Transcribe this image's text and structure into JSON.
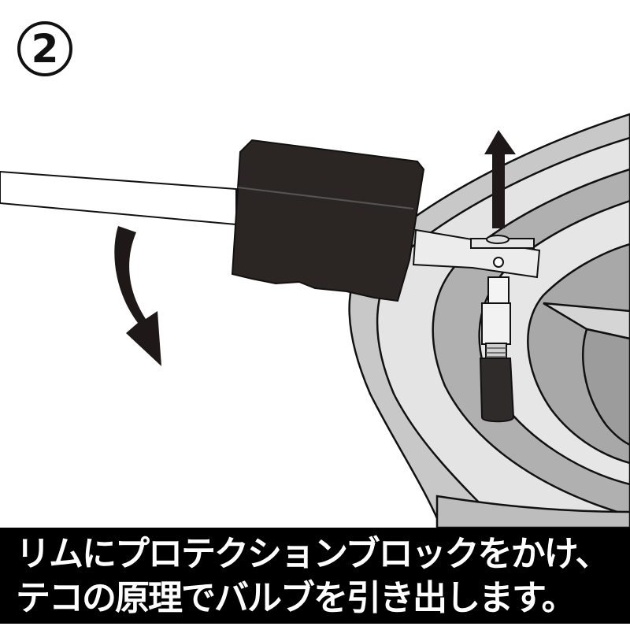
{
  "step": {
    "number": "2"
  },
  "caption": {
    "line1": "リムにプロテクションブロックをかけ、",
    "line2": "テコの原理でバルブを引き出します。"
  },
  "illustration": {
    "subjects": [
      "tire-rim",
      "protection-block",
      "lever-bar",
      "valve-puller-tool",
      "valve-stem"
    ],
    "arrows": [
      "down-curved-arrow",
      "up-arrow"
    ]
  },
  "colors": {
    "block": "#2b2624",
    "rim_light": "#e4e4e4",
    "rim_mid": "#c8c8c8",
    "rim_dark": "#a9a9a9",
    "caption_bg": "#000000",
    "caption_text": "#ffffff"
  }
}
